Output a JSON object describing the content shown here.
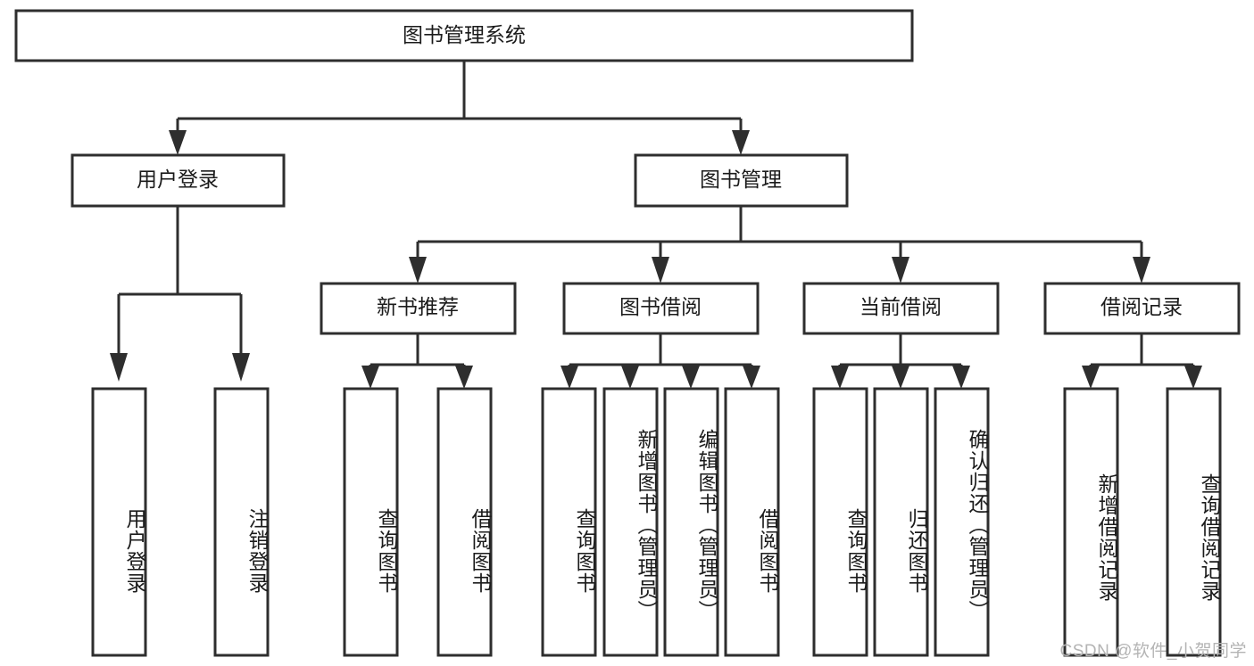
{
  "diagram": {
    "type": "hierarchy-tree",
    "title": "图书管理系统",
    "root": {
      "id": "root",
      "label": "图书管理系统"
    },
    "level2": [
      {
        "id": "user-login",
        "label": "用户登录"
      },
      {
        "id": "book-management",
        "label": "图书管理"
      }
    ],
    "level3": [
      {
        "id": "new-book-recommend",
        "label": "新书推荐",
        "parent": "book-management"
      },
      {
        "id": "book-borrow",
        "label": "图书借阅",
        "parent": "book-management"
      },
      {
        "id": "current-borrow",
        "label": "当前借阅",
        "parent": "book-management"
      },
      {
        "id": "borrow-record",
        "label": "借阅记录",
        "parent": "book-management"
      }
    ],
    "leaves": {
      "user-login": [
        {
          "id": "leaf-user-login",
          "label": "用户登录"
        },
        {
          "id": "leaf-logout",
          "label": "注销登录"
        }
      ],
      "new-book-recommend": [
        {
          "id": "leaf-query-book-1",
          "label": "查询图书"
        },
        {
          "id": "leaf-borrow-book-1",
          "label": "借阅图书"
        }
      ],
      "book-borrow": [
        {
          "id": "leaf-query-book-2",
          "label": "查询图书"
        },
        {
          "id": "leaf-add-book",
          "label": "新增图书（管理员）"
        },
        {
          "id": "leaf-edit-book",
          "label": "编辑图书（管理员）"
        },
        {
          "id": "leaf-borrow-book-2",
          "label": "借阅图书"
        }
      ],
      "current-borrow": [
        {
          "id": "leaf-query-book-3",
          "label": "查询图书"
        },
        {
          "id": "leaf-return-book",
          "label": "归还图书"
        },
        {
          "id": "leaf-confirm-return",
          "label": "确认归还（管理员）"
        }
      ],
      "borrow-record": [
        {
          "id": "leaf-add-record",
          "label": "新增借阅记录"
        },
        {
          "id": "leaf-query-record",
          "label": "查询借阅记录"
        }
      ]
    },
    "colors": {
      "stroke": "#2e2e2e",
      "fill": "#ffffff",
      "text": "#1b1b1b",
      "watermark": "#b4b4b4"
    }
  },
  "watermark": {
    "text": "CSDN @软件_小贺同学"
  }
}
